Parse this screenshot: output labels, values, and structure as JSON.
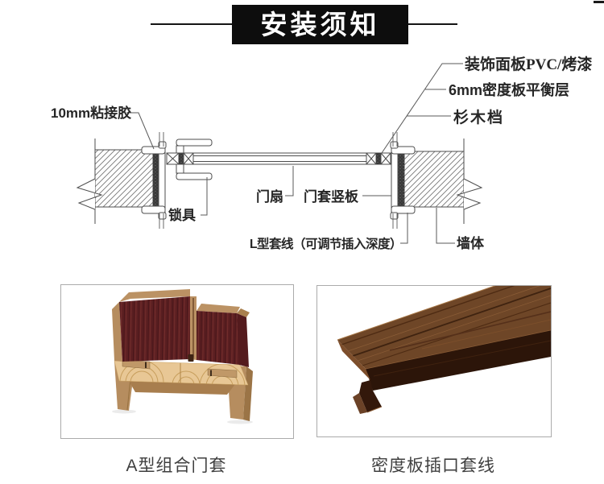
{
  "banner": {
    "title": "安装须知"
  },
  "diagram": {
    "labels": {
      "adhesive": "10mm粘接胶",
      "decor_panel": "装饰面板PVC/烤漆",
      "balance_layer": "6mm密度板平衡层",
      "fir_block": "杉木档",
      "lock": "锁具",
      "door_leaf": "门扇",
      "jamb_board": "门套竖板",
      "l_trim": "L型套线（可调节插入深度）",
      "wall": "墙体"
    }
  },
  "products": [
    {
      "caption": "A型组合门套"
    },
    {
      "caption": "密度板插口套线"
    }
  ],
  "colors": {
    "banner_bg": "#0d0d0d",
    "banner_text": "#ffffff",
    "diagram_line": "#4d4d4d",
    "label_text": "#262626",
    "mahogany": "#5e2022",
    "pine": "#e8c795",
    "mdf_tan": "#b68d5f",
    "walnut_top": "#6e4627",
    "walnut_front": "#2c1509"
  }
}
